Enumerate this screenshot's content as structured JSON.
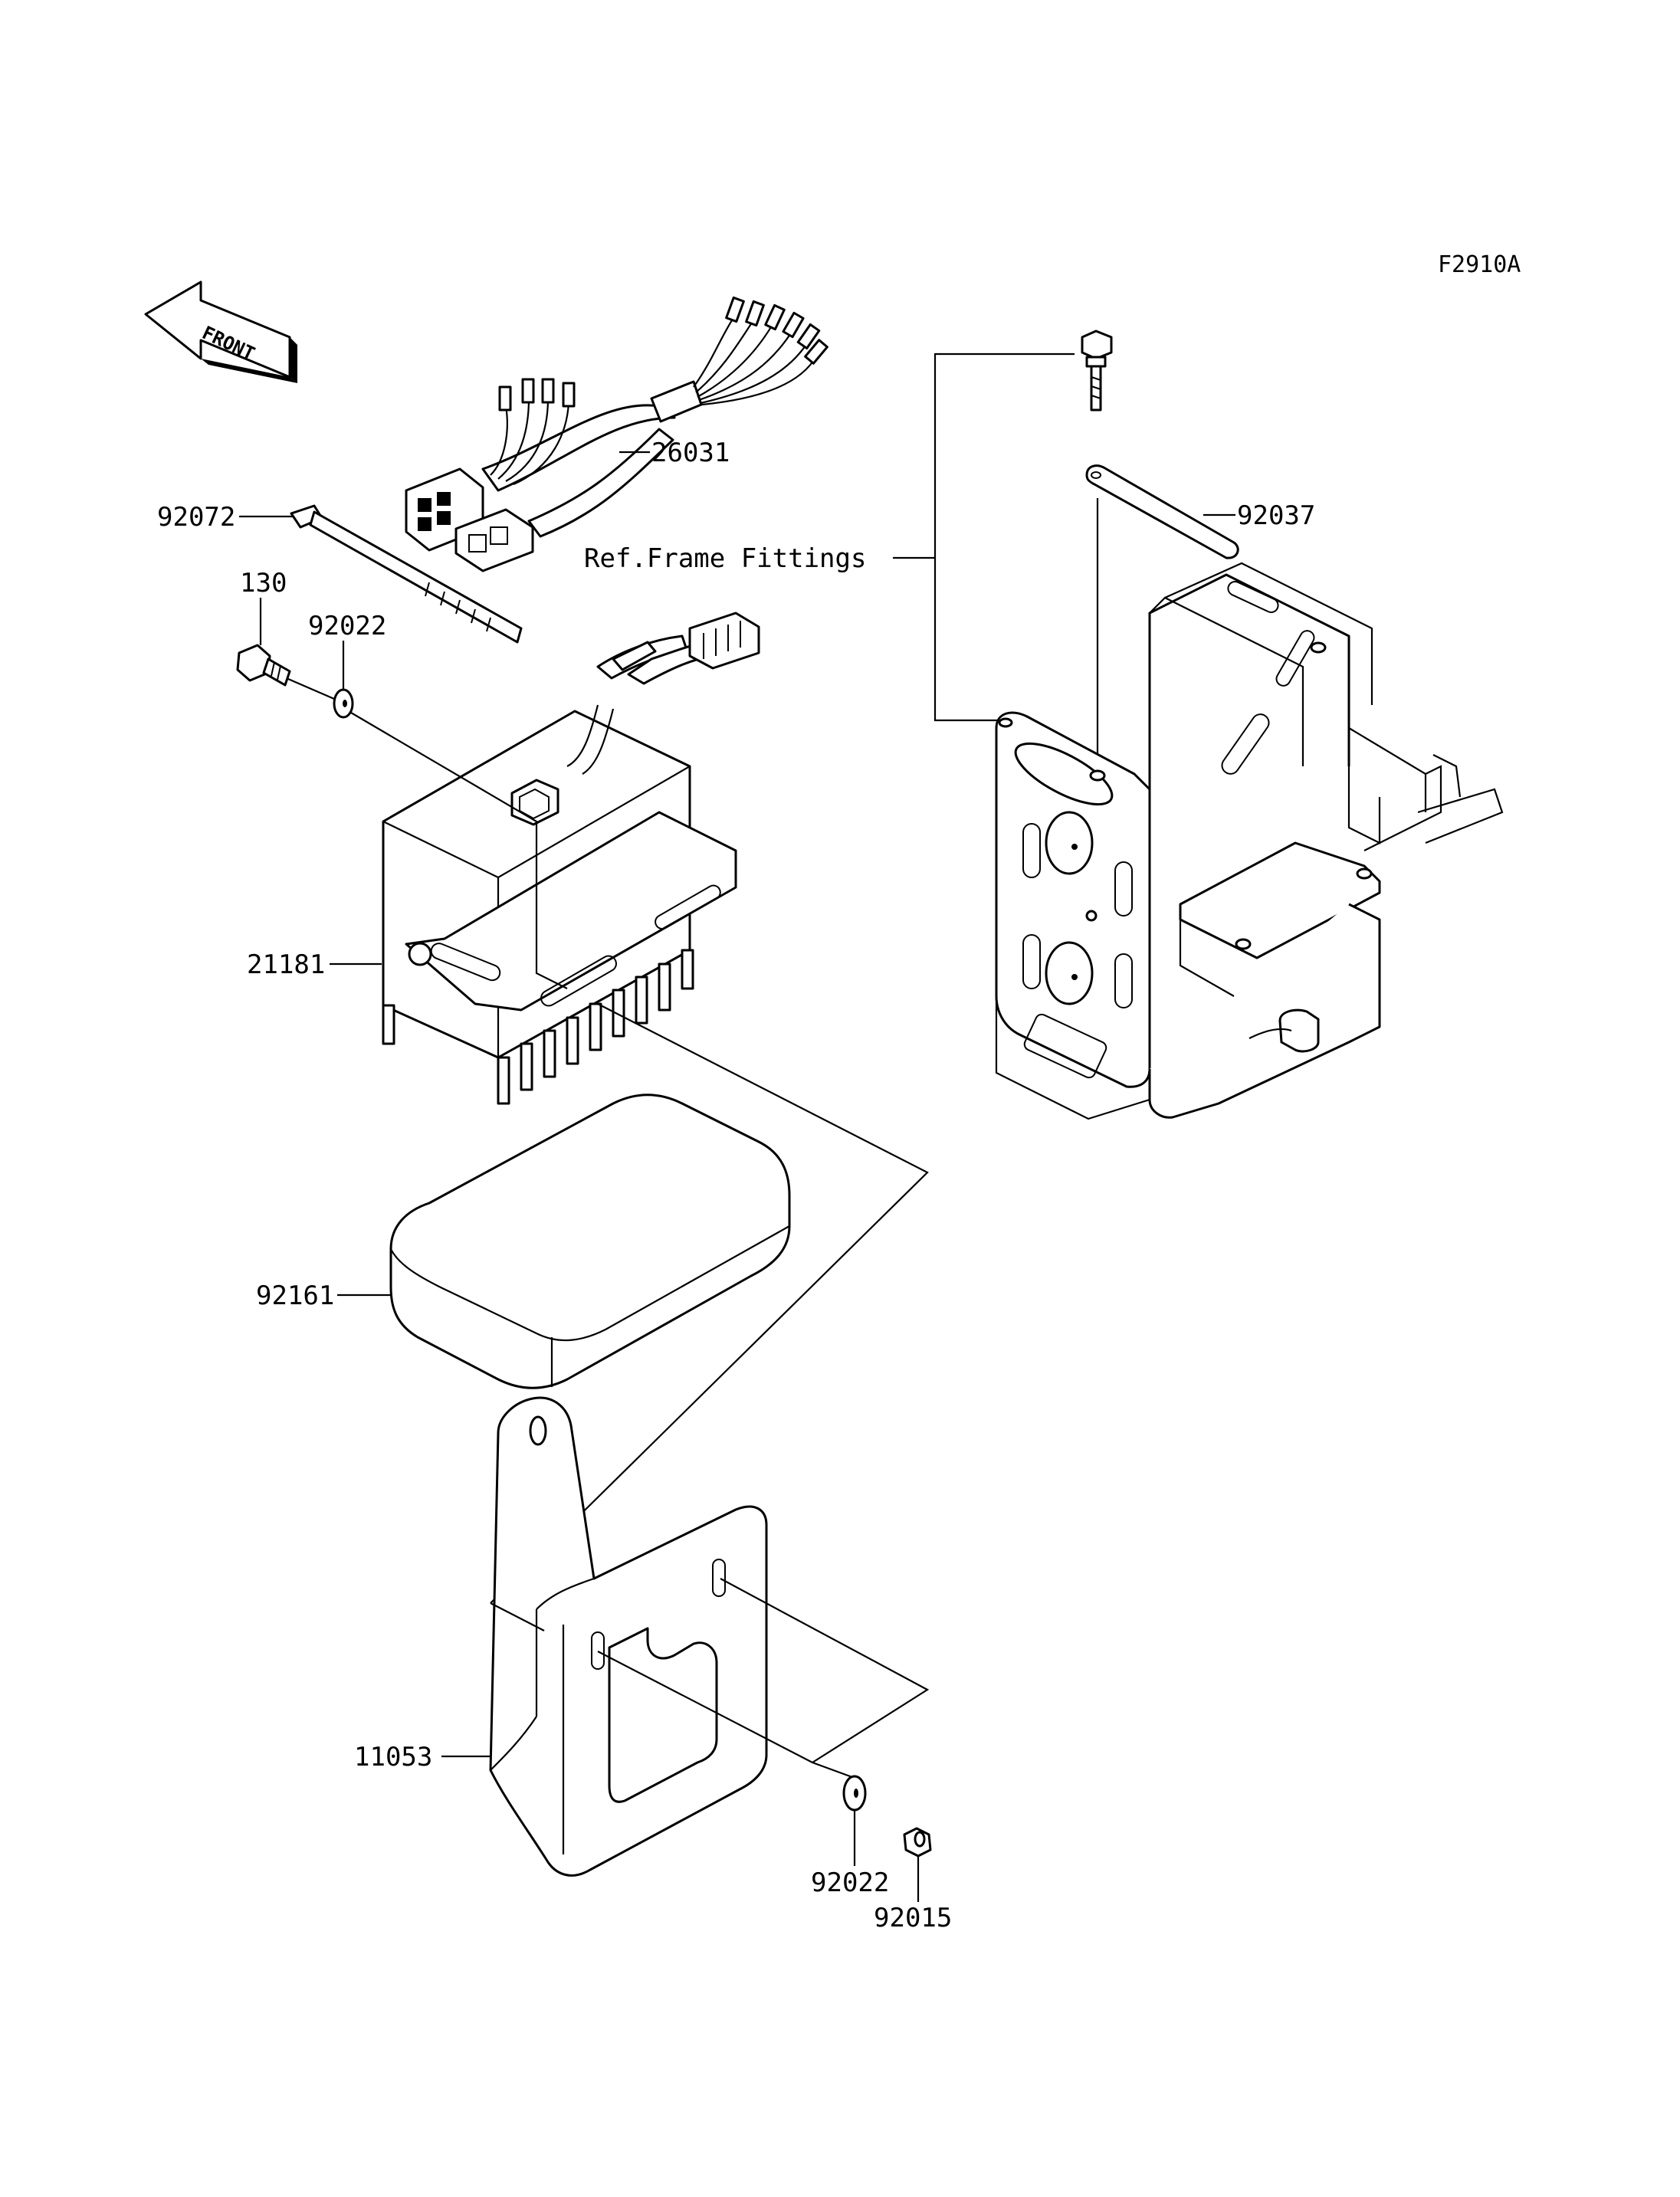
{
  "figure_code": "F2910A",
  "front_label": "FRONT",
  "callouts": {
    "harness": "26031",
    "tie": "92072",
    "bolt_130": "130",
    "washer_top": "92022",
    "regulator": "21181",
    "strap": "92037",
    "ref_frame": "Ref.Frame Fittings",
    "pad": "92161",
    "bracket": "11053",
    "washer_bottom": "92022",
    "nut": "92015"
  }
}
